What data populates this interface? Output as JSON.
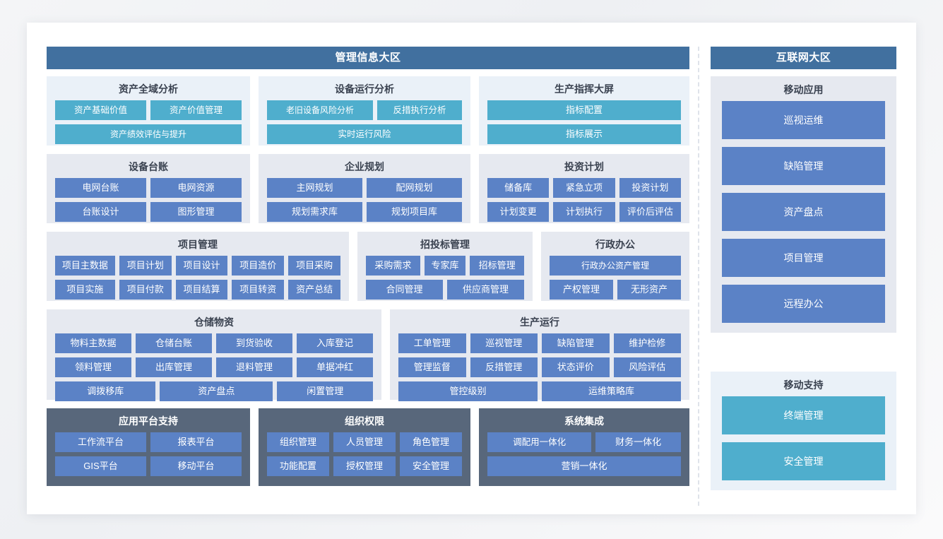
{
  "zones": {
    "left": {
      "title": "管理信息大区",
      "rows": [
        {
          "name": "analysis-row",
          "style": "tint",
          "panels": [
            {
              "title": "资产全域分析",
              "chip_style": "teal",
              "lines": [
                [
                  "资产基础价值",
                  "资产价值管理"
                ],
                [
                  "资产绩效评估与提升"
                ]
              ]
            },
            {
              "title": "设备运行分析",
              "chip_style": "teal",
              "lines": [
                [
                  "老旧设备风险分析",
                  "反措执行分析"
                ],
                [
                  "实时运行风险"
                ]
              ]
            },
            {
              "title": "生产指挥大屏",
              "chip_style": "teal",
              "lines": [
                [
                  "指标配置"
                ],
                [
                  "指标展示"
                ]
              ]
            }
          ]
        },
        {
          "name": "ledger-row",
          "style": "grayish",
          "panels": [
            {
              "title": "设备台账",
              "chip_style": "blue",
              "lines": [
                [
                  "电网台账",
                  "电网资源"
                ],
                [
                  "台账设计",
                  "图形管理"
                ]
              ]
            },
            {
              "title": "企业规划",
              "chip_style": "blue",
              "lines": [
                [
                  "主网规划",
                  "配网规划"
                ],
                [
                  "规划需求库",
                  "规划项目库"
                ]
              ]
            },
            {
              "title": "投资计划",
              "chip_style": "blue",
              "lines": [
                [
                  "储备库",
                  "紧急立项",
                  "投资计划"
                ],
                [
                  "计划变更",
                  "计划执行",
                  "评价后评估"
                ]
              ]
            }
          ]
        },
        {
          "name": "project-row",
          "style": "grayish",
          "panels": [
            {
              "title": "项目管理",
              "chip_style": "blue",
              "lines": [
                [
                  "项目主数据",
                  "项目计划",
                  "项目设计",
                  "项目造价",
                  "项目采购"
                ],
                [
                  "项目实施",
                  "项目付款",
                  "项目结算",
                  "项目转资",
                  "资产总结"
                ]
              ]
            },
            {
              "title": "招投标管理",
              "chip_style": "blue",
              "lines": [
                [
                  "采购需求",
                  "专家库",
                  "招标管理"
                ],
                [
                  "合同管理",
                  "供应商管理"
                ]
              ]
            },
            {
              "title": "行政办公",
              "chip_style": "blue",
              "lines": [
                [
                  "行政办公资产管理"
                ],
                [
                  "产权管理",
                  "无形资产"
                ]
              ]
            }
          ]
        },
        {
          "name": "operation-row",
          "style": "grayish",
          "panels": [
            {
              "title": "仓储物资",
              "chip_style": "blue",
              "lines": [
                [
                  "物料主数据",
                  "仓储台账",
                  "到货验收",
                  "入库登记"
                ],
                [
                  "领料管理",
                  "出库管理",
                  "退料管理",
                  "单据冲红"
                ],
                [
                  "调拨移库",
                  "资产盘点",
                  "闲置管理"
                ]
              ]
            },
            {
              "title": "生产运行",
              "chip_style": "blue",
              "lines": [
                [
                  "工单管理",
                  "巡视管理",
                  "缺陷管理",
                  "维护检修"
                ],
                [
                  "管理监督",
                  "反措管理",
                  "状态评价",
                  "风险评估"
                ],
                [
                  "管控级别",
                  "运维策略库"
                ]
              ]
            }
          ]
        },
        {
          "name": "support-row",
          "style": "dark",
          "panels": [
            {
              "title": "应用平台支持",
              "chip_style": "blue",
              "lines": [
                [
                  "工作流平台",
                  "报表平台"
                ],
                [
                  "GIS平台",
                  "移动平台"
                ]
              ]
            },
            {
              "title": "组织权限",
              "chip_style": "blue",
              "lines": [
                [
                  "组织管理",
                  "人员管理",
                  "角色管理"
                ],
                [
                  "功能配置",
                  "授权管理",
                  "安全管理"
                ]
              ]
            },
            {
              "title": "系统集成",
              "chip_style": "blue",
              "lines": [
                [
                  "调配用一体化",
                  "财务一体化"
                ],
                [
                  "营销一体化"
                ]
              ]
            }
          ]
        }
      ]
    },
    "right": {
      "title": "互联网大区",
      "panels": [
        {
          "title": "移动应用",
          "style": "grayish",
          "chip_style": "blue",
          "items": [
            "巡视运维",
            "缺陷管理",
            "资产盘点",
            "项目管理",
            "远程办公"
          ]
        },
        {
          "title": "移动支持",
          "style": "tint",
          "chip_style": "teal",
          "items": [
            "终端管理",
            "安全管理"
          ]
        }
      ]
    }
  },
  "colors": {
    "header_blue": "#41709F",
    "chip_blue": "#5B82C6",
    "chip_teal": "#4FAECD",
    "panel_tint": "#EAF1F8",
    "panel_gray": "#E6E9F0",
    "panel_dark": "#58677B",
    "card_white": "#FFFFFF"
  }
}
